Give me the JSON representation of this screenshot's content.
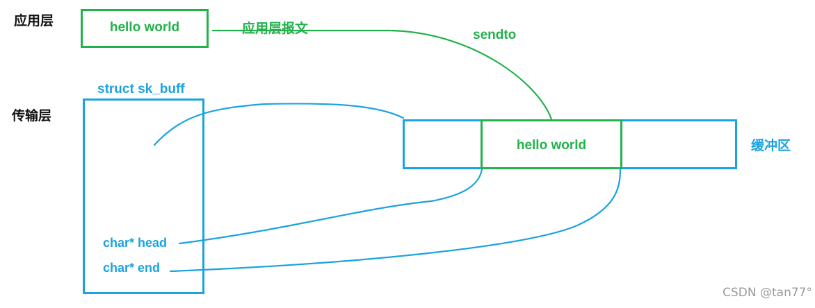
{
  "layers": {
    "application": "应用层",
    "transport": "传输层"
  },
  "app_message": {
    "text": "hello world",
    "label": "应用层报文"
  },
  "syscall": "sendto",
  "skbuff": {
    "title": "struct sk_buff",
    "head_field": "char* head",
    "end_field": "char* end"
  },
  "buffer": {
    "label": "缓冲区",
    "content": "hello world"
  },
  "colors": {
    "green": "#22b24c",
    "blue": "#1aa3e0"
  },
  "watermark": "CSDN @tan77°"
}
